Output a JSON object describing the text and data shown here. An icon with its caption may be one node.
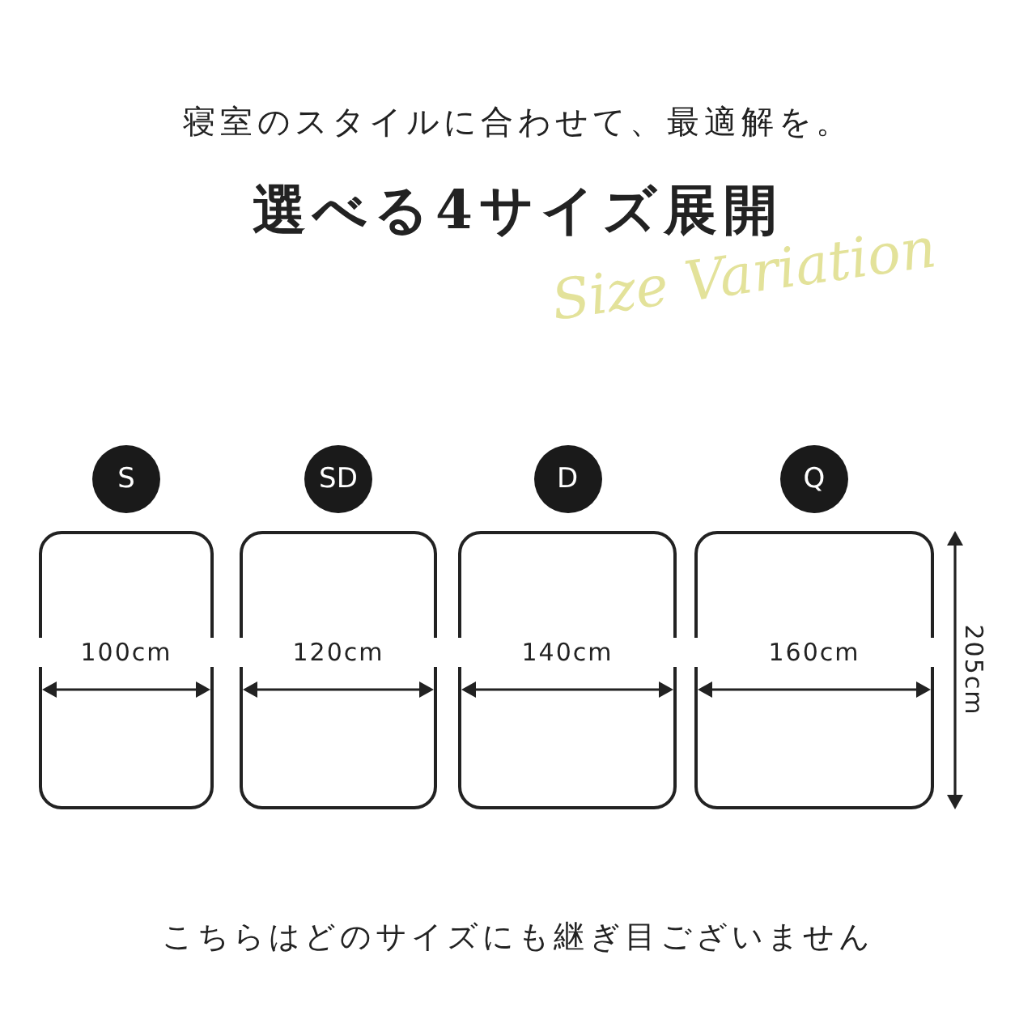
{
  "diagram": {
    "title": "選べる4サイズ展開",
    "caption": "こちらはどのサイズにも継ぎ目ございません",
    "nodes": [
      {
        "text": [
          "S",
          "100cm"
        ]
      },
      {
        "text": [
          "SD",
          "120cm"
        ]
      },
      {
        "text": [
          "D",
          "140cm"
        ]
      },
      {
        "text": [
          "Q",
          "160cm"
        ]
      }
    ],
    "labels": [
      "寝室のスタイルに合わせて、最適解を。",
      "Size Variation",
      "205cm"
    ]
  }
}
